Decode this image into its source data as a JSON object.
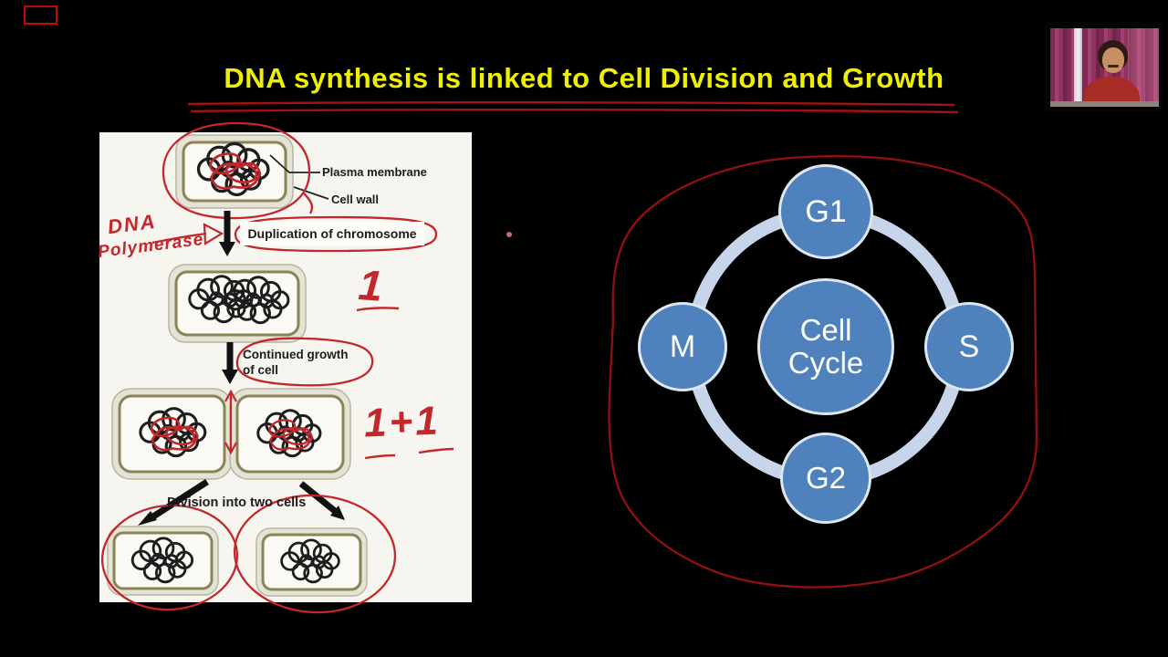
{
  "slide": {
    "title": "DNA synthesis is linked to Cell Division and Growth"
  },
  "left_diagram": {
    "labels": {
      "plasma_membrane": "Plasma membrane",
      "cell_wall": "Cell wall",
      "duplication": "Duplication of  chromosome",
      "continued_growth_line1": "Continued growth",
      "continued_growth_line2": "of cell",
      "division": "Division into two cells"
    },
    "handwritten": {
      "dna_line1": "DNA",
      "dna_line2": "Polymerase",
      "count_after_duplication": "1",
      "count_after_division": "1+1"
    }
  },
  "cell_cycle": {
    "center": "Cell Cycle",
    "phase_top": "G1",
    "phase_right": "S",
    "phase_bottom": "G2",
    "phase_left": "M"
  },
  "colors": {
    "title_yellow": "#eef000",
    "annotation_red": "#c2272b",
    "enclosure_dark_red": "#8e1111",
    "node_blue": "#4f81bd",
    "ring_blue": "#c7d5ea",
    "cell_wall_olive": "#8a8457",
    "panel_background": "#f6f5ef"
  }
}
